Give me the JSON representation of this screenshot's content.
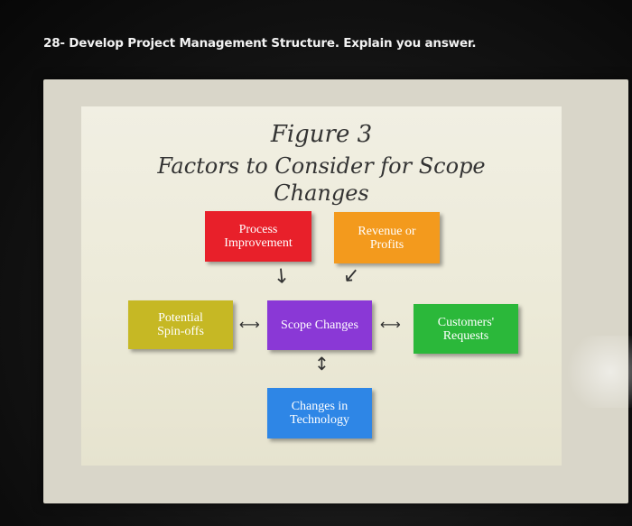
{
  "question": "28- Develop Project Management Structure. Explain you answer.",
  "figure": {
    "title_line1": "Figure 3",
    "title_line2": "Factors to Consider for Scope",
    "title_line3": "Changes",
    "boxes": {
      "process": {
        "label": "Process\nImprovement",
        "color": "#e8202a"
      },
      "revenue": {
        "label": "Revenue or\nProfits",
        "color": "#f39a1d"
      },
      "potential": {
        "label": "Potential\nSpin-offs",
        "color": "#c6b824"
      },
      "scope": {
        "label": "Scope Changes",
        "color": "#8a38d6"
      },
      "customers": {
        "label": "Customers'\nRequests",
        "color": "#2bb83a"
      },
      "technology": {
        "label": "Changes in\nTechnology",
        "color": "#2e86e6"
      }
    }
  }
}
